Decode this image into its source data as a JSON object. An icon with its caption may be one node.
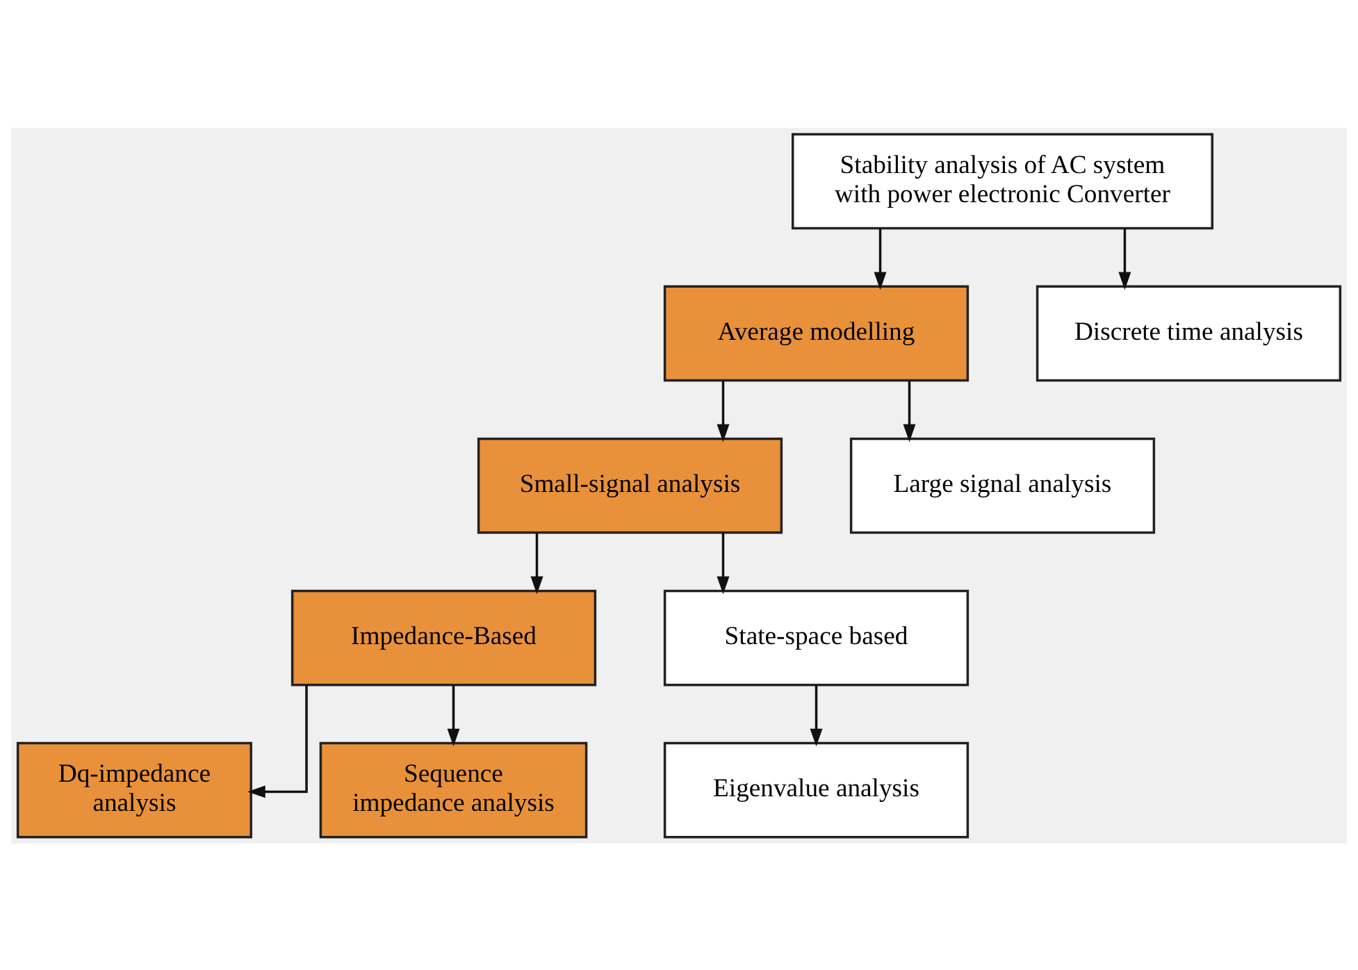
{
  "diagram": {
    "nodes": [
      {
        "text": [
          "Stability analysis of AC system with power electronic Converter"
        ]
      },
      {
        "text": [
          "Average modelling"
        ]
      },
      {
        "text": [
          "Discrete time analysis"
        ]
      },
      {
        "text": [
          "Small-signal analysis"
        ]
      },
      {
        "text": [
          "Large signal analysis"
        ]
      },
      {
        "text": [
          "Impedance-Based"
        ]
      },
      {
        "text": [
          "State-space based"
        ]
      },
      {
        "text": [
          "Dq-impedance analysis"
        ]
      },
      {
        "text": [
          "Sequence impedance analysis"
        ]
      },
      {
        "text": [
          "Eigenvalue analysis"
        ]
      }
    ],
    "edges": [
      {
        "from": 0,
        "to": 1,
        "arrow": "to"
      },
      {
        "from": 0,
        "to": 2,
        "arrow": "to"
      },
      {
        "from": 1,
        "to": 3,
        "arrow": "to"
      },
      {
        "from": 1,
        "to": 4,
        "arrow": "to"
      },
      {
        "from": 3,
        "to": 5,
        "arrow": "to"
      },
      {
        "from": 3,
        "to": 6,
        "arrow": "to"
      },
      {
        "from": 5,
        "to": 7,
        "arrow": "to"
      },
      {
        "from": 5,
        "to": 8,
        "arrow": "to"
      },
      {
        "from": 6,
        "to": 9,
        "arrow": "to"
      }
    ]
  }
}
